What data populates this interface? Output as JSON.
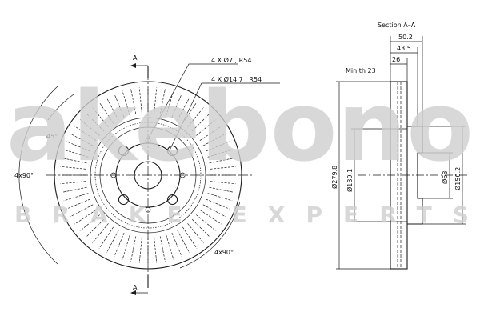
{
  "watermark": {
    "brand": "akebono",
    "tagline": "BRAKE EXPERTS",
    "color": "#cfcfcf"
  },
  "front_view": {
    "section_marker_top": "A",
    "section_marker_bottom": "A",
    "callout_holes_small": "4 X Ø7 , R54",
    "callout_holes_large": "4 X Ø14.7 , R54",
    "angle_45": "45°",
    "angle_4x90_left": "4x90°",
    "angle_4x90_bottom": "4x90°",
    "small_holes": 4,
    "large_holes": 4,
    "vent_slots": 64
  },
  "section_view": {
    "title": "Section A–A",
    "dim_50_2": "50.2",
    "dim_43_5": "43.5",
    "dim_26": "26",
    "min_thickness": "Min th 23",
    "dia_outer": "Ø279.8",
    "dia_pcd": "Ø139.1",
    "dia_center": "Ø68",
    "dia_hat": "Ø150.2"
  }
}
